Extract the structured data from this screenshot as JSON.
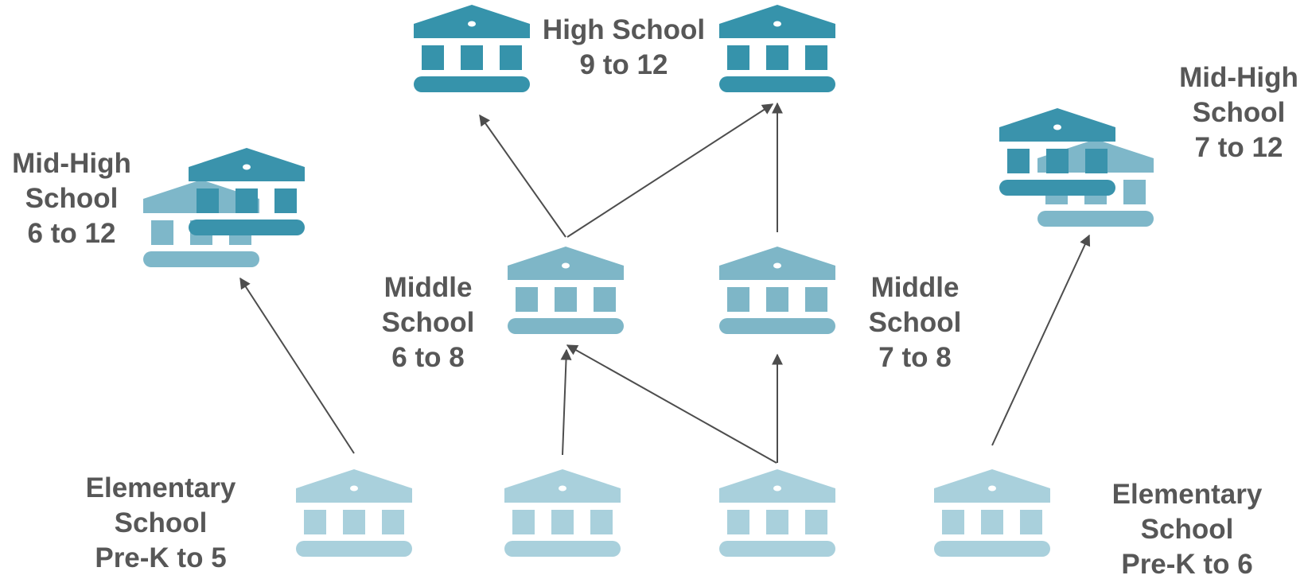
{
  "colors": {
    "high": "#3693ab",
    "mid_high": "#3a93ac",
    "mid_high_back": "#7eb7c9",
    "middle": "#7eb6c7",
    "elementary": "#a9d0dc",
    "arrow": "#4d4d4d",
    "text": "#575757"
  },
  "labels": {
    "high_school": {
      "line1": "High School",
      "line2": "9 to 12"
    },
    "mid_high_left": {
      "line1": "Mid-High",
      "line2": "School",
      "line3": "6 to 12"
    },
    "mid_high_right": {
      "line1": "Mid-High",
      "line2": "School",
      "line3": "7 to 12"
    },
    "middle_left": {
      "line1": "Middle",
      "line2": "School",
      "line3": "6 to 8"
    },
    "middle_right": {
      "line1": "Middle",
      "line2": "School",
      "line3": "7 to 8"
    },
    "elementary_left": {
      "line1": "Elementary",
      "line2": "School",
      "line3": "Pre-K to 5"
    },
    "elementary_right": {
      "line1": "Elementary",
      "line2": "School",
      "line3": "Pre-K to 6"
    }
  },
  "icon": "school-building-icon"
}
